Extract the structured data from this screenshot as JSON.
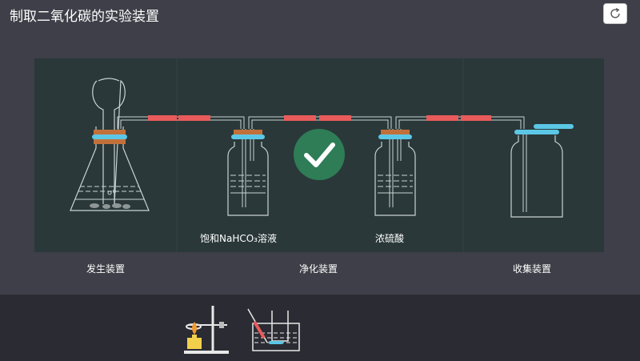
{
  "header": {
    "title": "制取二氧化碳的实验装置"
  },
  "toolbar": {
    "refresh_icon": "refresh-icon"
  },
  "board": {
    "labels": {
      "bottle2": "饱和NaHCO₃溶液",
      "bottle3": "浓硫酸"
    },
    "status_icon": "checkmark-icon",
    "colors": {
      "tube_highlight": "#e95b5b",
      "stopper": "#c2703a",
      "clamp": "#5bc7e6",
      "check": "#2e7d57"
    }
  },
  "sections": {
    "generation": "发生装置",
    "purification": "净化装置",
    "collection": "收集装置"
  },
  "tray": {
    "items": [
      {
        "icon": "alcohol-lamp-stand-icon"
      },
      {
        "icon": "water-trough-collection-icon"
      }
    ]
  }
}
